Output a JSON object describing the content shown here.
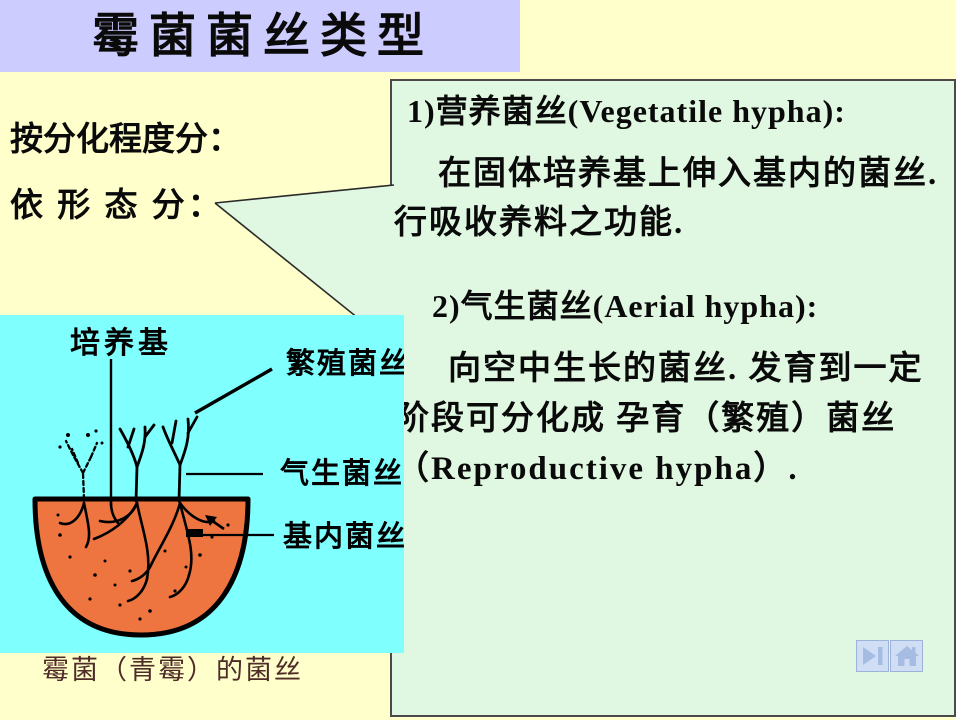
{
  "slide": {
    "title": "霉菌菌丝类型",
    "classification": {
      "by_differentiation": "按分化程度分：",
      "by_morphology": "依 形 态 分："
    },
    "callout": {
      "item1": {
        "heading": "1)营养菌丝(Vegetatile hypha):",
        "body": "在固体培养基上伸入基内的菌丝. 行吸收养料之功能."
      },
      "item2": {
        "heading": "2)气生菌丝(Aerial hypha):",
        "body": "向空中生长的菌丝. 发育到一定阶段可分化成 孕育（繁殖）菌丝（Reproductive hypha）."
      }
    },
    "figure": {
      "labels": {
        "medium": "培养基",
        "reproductive": "繁殖菌丝",
        "aerial": "气生菌丝",
        "substrate": "基内菌丝"
      },
      "caption": "霉菌（青霉）的菌丝"
    },
    "nav": {
      "next_icon": "skip-to-end-icon",
      "home_icon": "home-icon"
    },
    "colors": {
      "background": "#FFFFCC",
      "title_bar": "#CCCCFF",
      "callout_bg": "#E0F8E2",
      "figure_bg": "#80FFFF",
      "medium_orange": "#EE7540",
      "caption_text": "#4F2B28",
      "nav_button_bg": "#CFDEF5",
      "nav_icon": "#A7BCE3"
    }
  }
}
